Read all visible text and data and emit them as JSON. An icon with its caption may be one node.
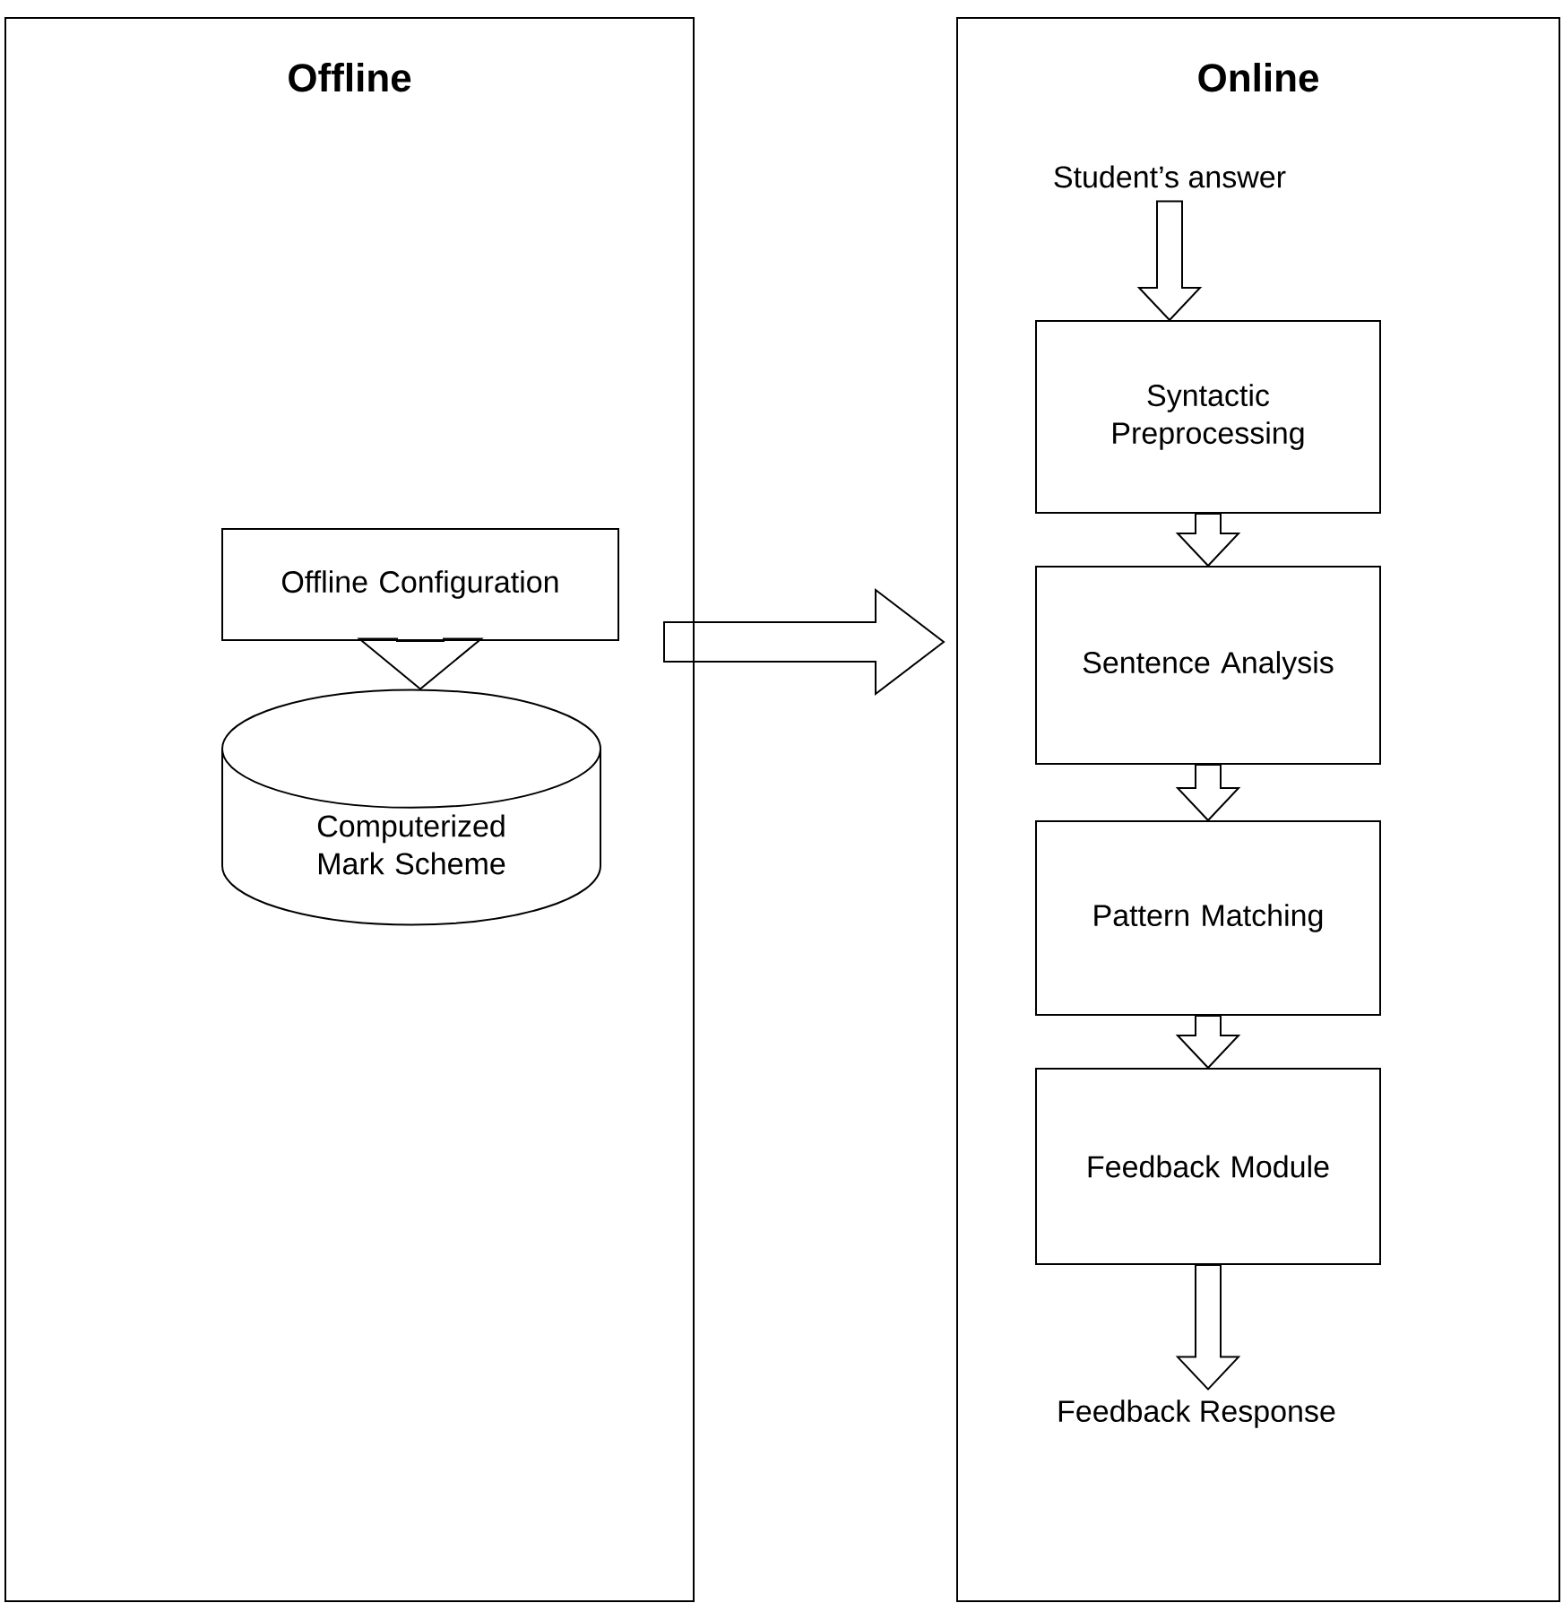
{
  "diagram": {
    "nodes": [
      {
        "text": [
          "Offline"
        ]
      },
      {
        "text": [
          "Offline Configuration"
        ],
        "in": 0
      },
      {
        "text": [
          "Computerized Mark Scheme"
        ],
        "in": 0
      },
      {
        "text": [
          "Online"
        ]
      },
      {
        "text": [
          "Student’s answer"
        ],
        "in": 3
      },
      {
        "text": [
          "Syntactic Preprocessing"
        ],
        "in": 3
      },
      {
        "text": [
          "Sentence Analysis"
        ],
        "in": 3
      },
      {
        "text": [
          "Pattern Matching"
        ],
        "in": 3
      },
      {
        "text": [
          "Feedback Module"
        ],
        "in": 3
      },
      {
        "text": [
          "Feedback Response"
        ],
        "in": 3
      }
    ],
    "edges": [
      {
        "from": 1,
        "to": 2,
        "arrow": "to"
      },
      {
        "from": 0,
        "to": 3,
        "arrow": "to"
      },
      {
        "from": 4,
        "to": 5,
        "arrow": "to"
      },
      {
        "from": 5,
        "to": 6,
        "arrow": "to"
      },
      {
        "from": 6,
        "to": 7,
        "arrow": "to"
      },
      {
        "from": 7,
        "to": 8,
        "arrow": "to"
      },
      {
        "from": 8,
        "to": 9,
        "arrow": "to"
      }
    ]
  }
}
